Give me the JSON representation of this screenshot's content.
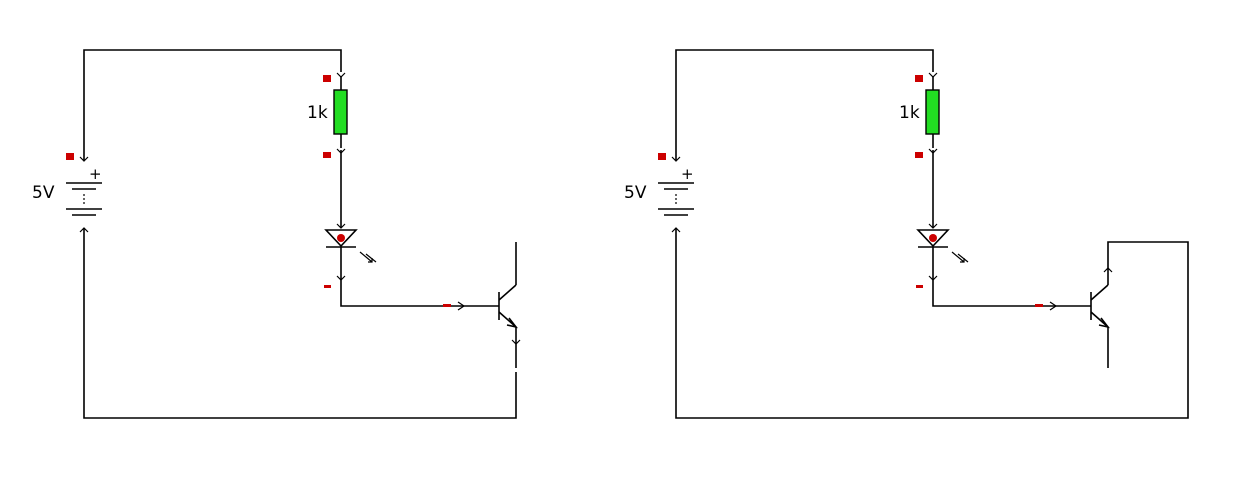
{
  "colors": {
    "wire": "#000000",
    "resistor_fill": "#22dd22",
    "marker": "#cc0000",
    "led_dot": "#cc0000",
    "background": "#ffffff"
  },
  "circuits": [
    {
      "battery_label": "5V",
      "battery_plus": "+",
      "resistor_label": "1k"
    },
    {
      "battery_label": "5V",
      "battery_plus": "+",
      "resistor_label": "1k"
    }
  ]
}
